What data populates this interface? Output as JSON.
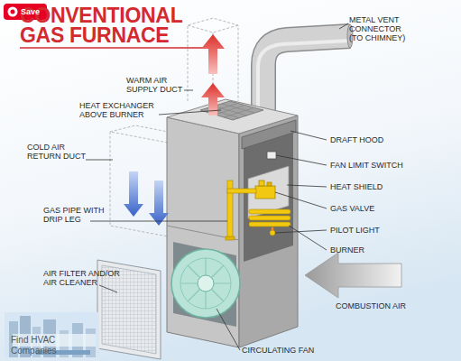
{
  "diagram": {
    "title": "CONVENTIONAL GAS FURNACE",
    "labels": [
      "Save",
      "WARM AIR SUPPLY DUCT",
      "METAL VENT CONNECTOR (TO CHIMNEY)",
      "HEAT EXCHANGER ABOVE BURNER",
      "DRAFT HOOD",
      "FAN LIMIT SWITCH",
      "COLD AIR RETURN DUCT",
      "HEAT SHIELD",
      "GAS VALVE",
      "GAS PIPE WITH DRIP LEG",
      "PILOT LIGHT",
      "BURNER",
      "AIR FILTER AND/OR AIR CLEANER",
      "COMBUSTION AIR",
      "Find HVAC Companies",
      "CIRCULATING FAN"
    ]
  }
}
